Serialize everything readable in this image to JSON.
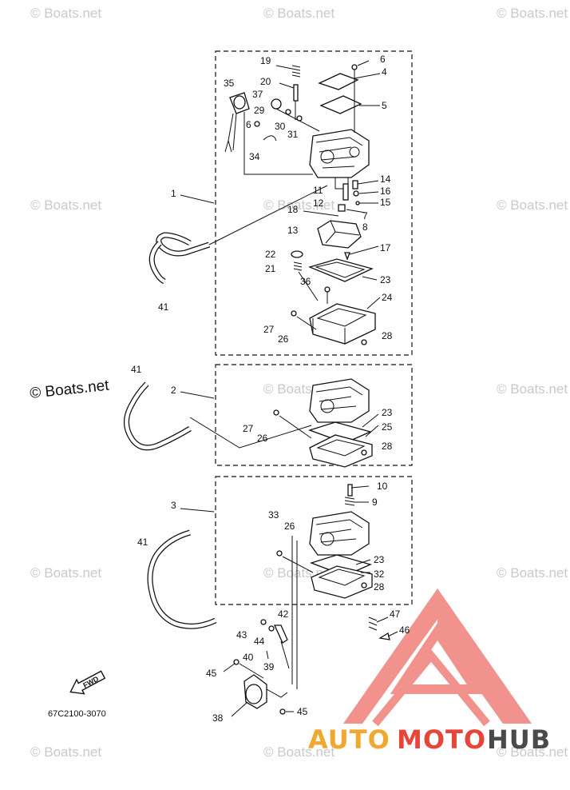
{
  "watermark": "© Boats.net",
  "watermark_prominent": "© Boats.net",
  "diagram_code": "67C2100-3070",
  "fwd_label": "FWD",
  "brand": {
    "part1": "AUTO",
    "part2": "MOTO",
    "part3": "HUB"
  },
  "callouts": {
    "c19": "19",
    "c20": "20",
    "c6a": "6",
    "c4": "4",
    "c35": "35",
    "c37": "37",
    "c29": "29",
    "c5": "5",
    "c6b": "6",
    "c30": "30",
    "c31": "31",
    "c34": "34",
    "c1": "1",
    "c11": "11",
    "c14": "14",
    "c16": "16",
    "c15": "15",
    "c12": "12",
    "c7": "7",
    "c18": "18",
    "c8": "8",
    "c13": "13",
    "c17": "17",
    "c22": "22",
    "c21": "21",
    "c23a": "23",
    "c36": "36",
    "c24": "24",
    "c41a": "41",
    "c27a": "27",
    "c26a": "26",
    "c28a": "28",
    "c41b": "41",
    "c2": "2",
    "c23b": "23",
    "c25": "25",
    "c27b": "27",
    "c26b": "26",
    "c28b": "28",
    "c10": "10",
    "c9": "9",
    "c3": "3",
    "c33": "33",
    "c26c": "26",
    "c41c": "41",
    "c23c": "23",
    "c32": "32",
    "c28c": "28",
    "c47": "47",
    "c42": "42",
    "c46": "46",
    "c43": "43",
    "c44": "44",
    "c40": "40",
    "c39": "39",
    "c45a": "45",
    "c38": "38",
    "c45b": "45"
  }
}
